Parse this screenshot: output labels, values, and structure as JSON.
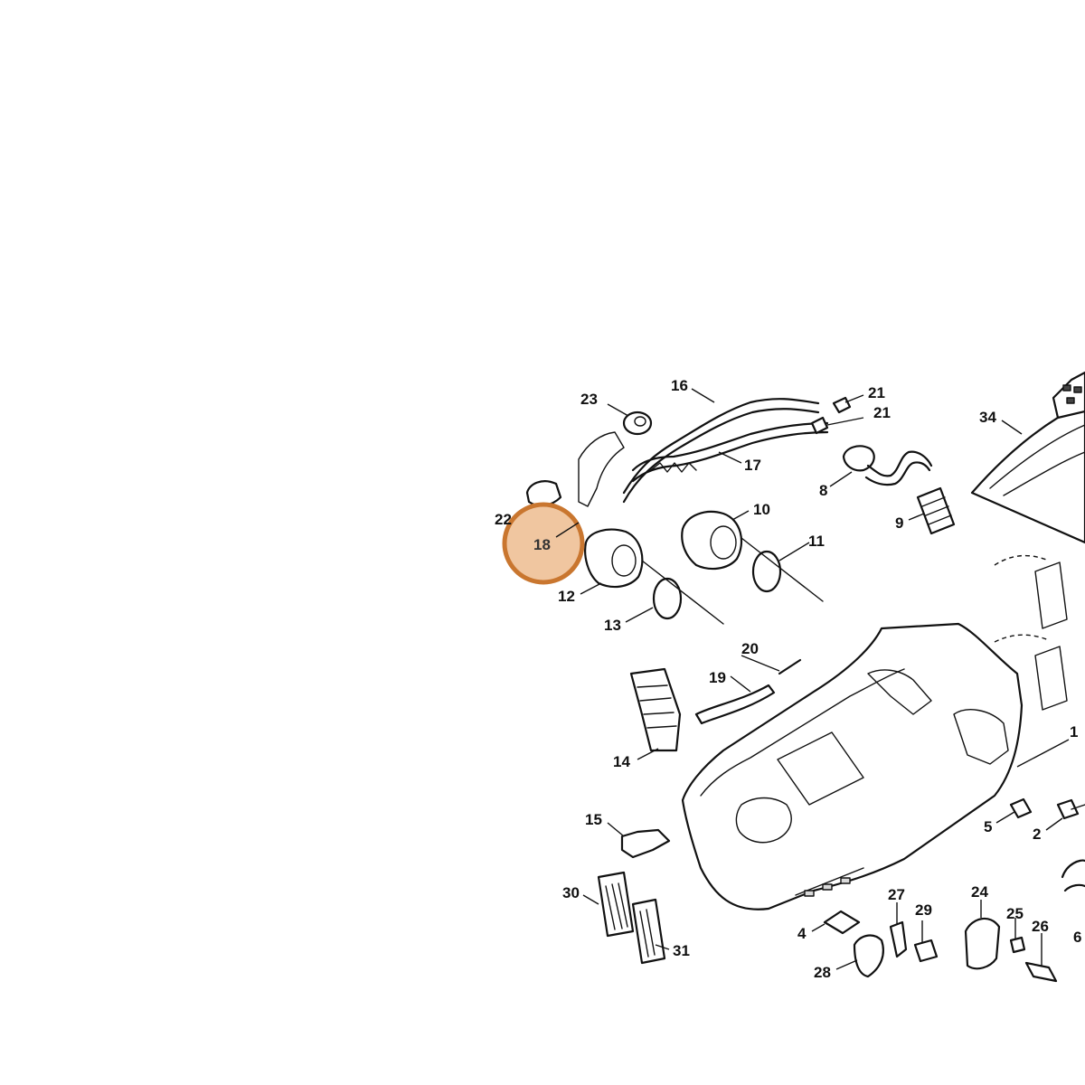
{
  "diagram": {
    "labels": [
      "23",
      "16",
      "21",
      "21",
      "34",
      "22",
      "17",
      "8",
      "9",
      "18",
      "10",
      "11",
      "12",
      "13",
      "20",
      "19",
      "14",
      "1",
      "5",
      "2",
      "15",
      "30",
      "31",
      "27",
      "29",
      "24",
      "25",
      "26",
      "6",
      "4",
      "28"
    ],
    "highlight": {
      "label": "18",
      "fill": "#f0c6a0",
      "stroke": "#c9762f"
    }
  }
}
